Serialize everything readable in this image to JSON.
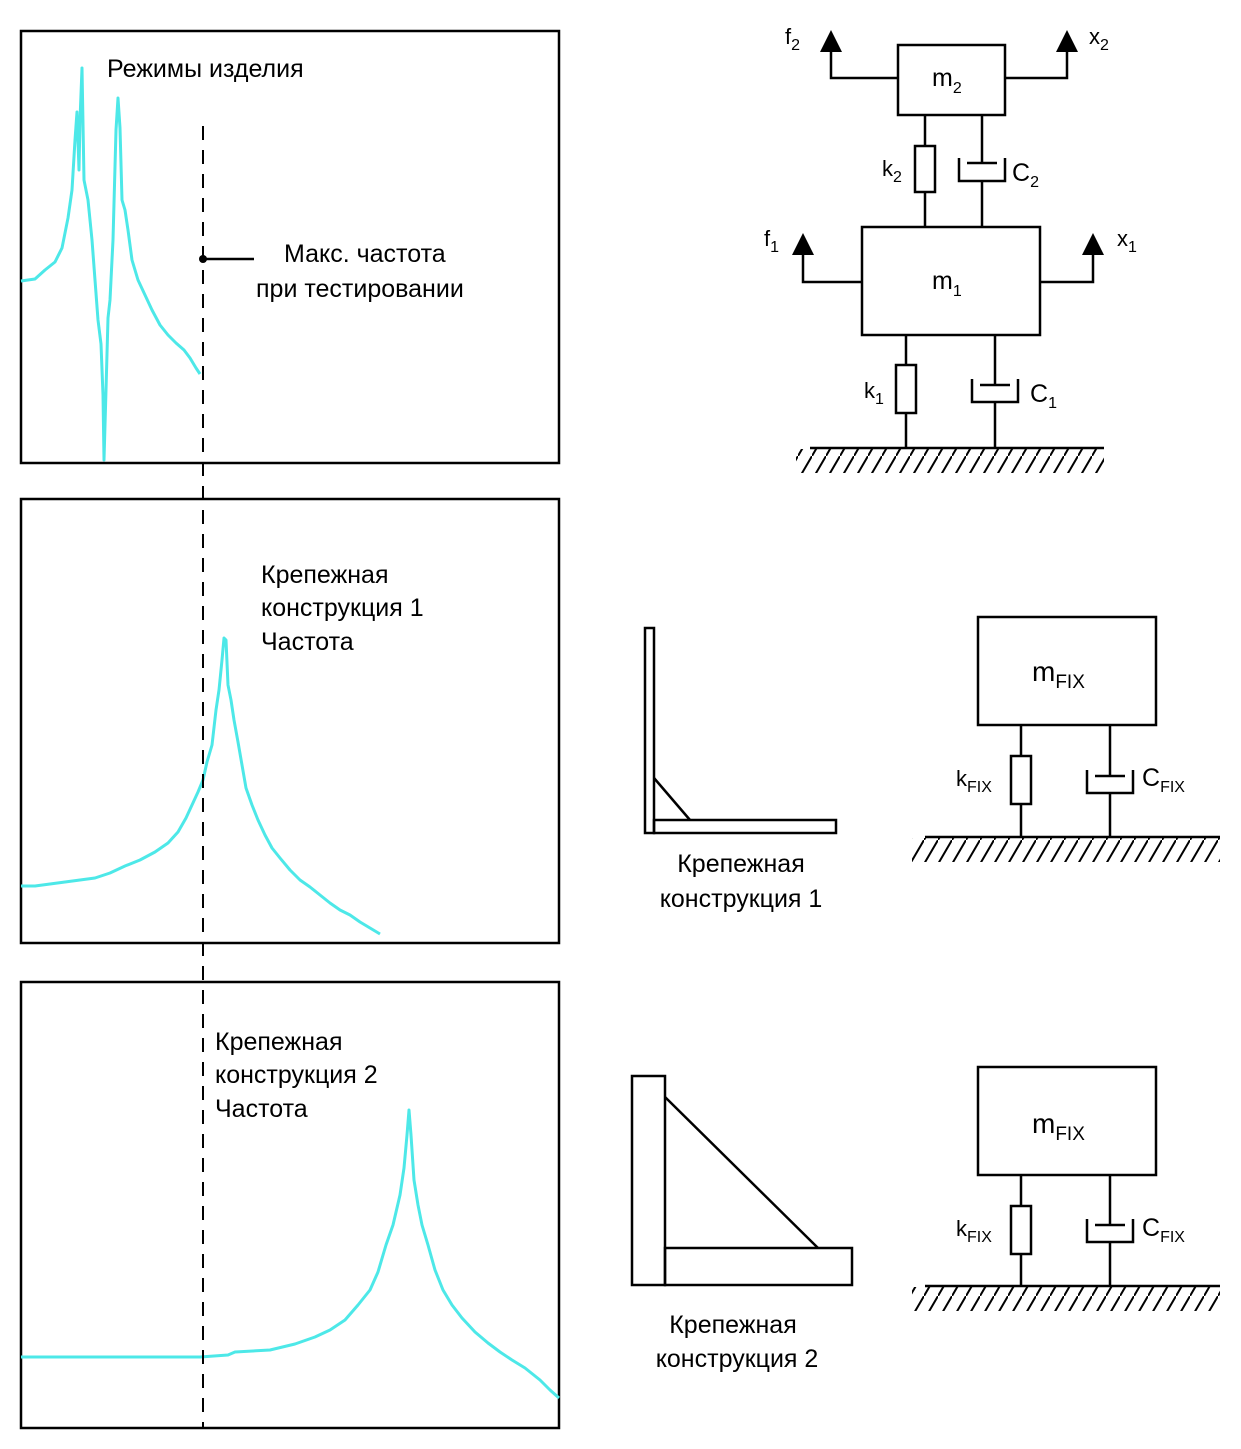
{
  "colors": {
    "curve": "#4de8e8",
    "ink": "#000000",
    "background": "#ffffff"
  },
  "panel_1": {
    "title": "Режимы изделия",
    "max_freq_line1": "Макс. частота",
    "max_freq_line2": "при тестировании"
  },
  "panel_2": {
    "line1": "Крепежная",
    "line2": "конструкция 1",
    "line3": "Частота"
  },
  "panel_3": {
    "line1": "Крепежная",
    "line2": "конструкция 2",
    "line3": "Частота"
  },
  "two_dof_model": {
    "m2": {
      "base": "m",
      "sub": "2"
    },
    "m1": {
      "base": "m",
      "sub": "1"
    },
    "f2": {
      "base": "f",
      "sub": "2"
    },
    "x2": {
      "base": "x",
      "sub": "2"
    },
    "f1": {
      "base": "f",
      "sub": "1"
    },
    "x1": {
      "base": "x",
      "sub": "1"
    },
    "k2": {
      "base": "k",
      "sub": "2"
    },
    "c2": {
      "base": "C",
      "sub": "2"
    },
    "k1": {
      "base": "k",
      "sub": "1"
    },
    "c1": {
      "base": "C",
      "sub": "1"
    }
  },
  "fixture_1": {
    "caption_line1": "Крепежная",
    "caption_line2": "конструкция 1",
    "mass": {
      "base": "m",
      "sub": "FIX"
    },
    "spring": {
      "base": "k",
      "sub": "FIX"
    },
    "damper": {
      "base": "C",
      "sub": "FIX"
    }
  },
  "fixture_2": {
    "caption_line1": "Крепежная",
    "caption_line2": "конструкция 2",
    "mass": {
      "base": "m",
      "sub": "FIX"
    },
    "spring": {
      "base": "k",
      "sub": "FIX"
    },
    "damper": {
      "base": "C",
      "sub": "FIX"
    }
  }
}
